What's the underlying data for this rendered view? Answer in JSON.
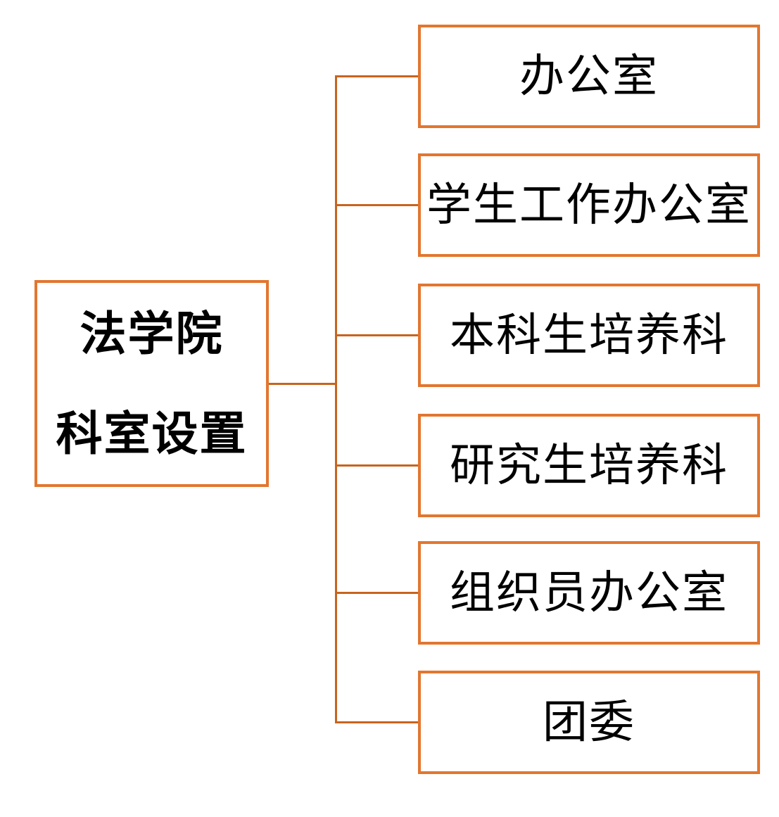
{
  "diagram": {
    "type": "org-tree",
    "title": "法学院科室设置",
    "root": {
      "line1": "法学院",
      "line2": "科室设置"
    },
    "children": [
      {
        "label": "办公室"
      },
      {
        "label": "学生工作办公室"
      },
      {
        "label": "本科生培养科"
      },
      {
        "label": "研究生培养科"
      },
      {
        "label": "组织员办公室"
      },
      {
        "label": "团委"
      }
    ],
    "colors": {
      "box_border": "#E2762F",
      "connector": "#C8641E",
      "text": "#000000",
      "background": "#FFFFFF"
    }
  }
}
